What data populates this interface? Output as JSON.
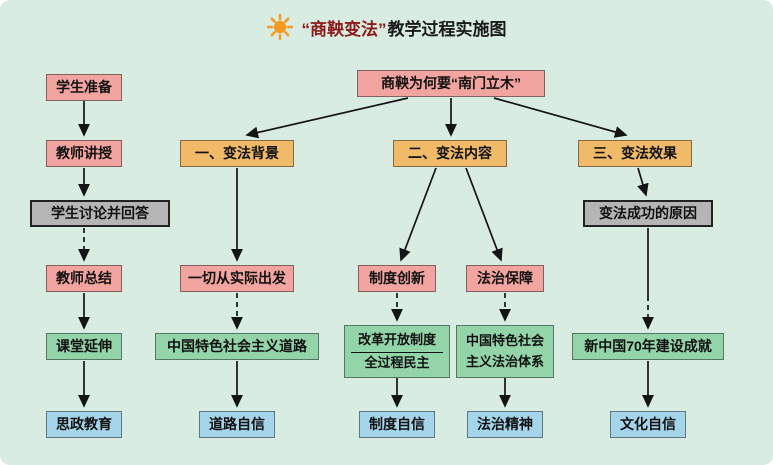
{
  "title": {
    "icon": "sun-icon",
    "quoted": "“商鞅变法”",
    "rest": "教学过程实施图"
  },
  "colors": {
    "background": "#d8ece1",
    "pink": "#f2a4a0",
    "orange": "#f0ba68",
    "gray": "#b5b5b5",
    "green": "#93d4a9",
    "blue": "#a5d5ea",
    "sun": "#f59a23",
    "arrow": "#141414",
    "title_accent": "#8b1a1a"
  },
  "nodes": {
    "student_prep": "学生准备",
    "teacher_lecture": "教师讲授",
    "student_discuss": "学生讨论并回答",
    "teacher_summary": "教师总结",
    "class_extension": "课堂延伸",
    "ideology_education": "思政教育",
    "main_question": "商鞅为何要“南门立木”",
    "sec1": "一、变法背景",
    "sec2": "二、变法内容",
    "sec3": "三、变法效果",
    "from_reality": "一切从实际出发",
    "institution_innovation": "制度创新",
    "law_guarantee": "法治保障",
    "success_reason": "变法成功的原因",
    "chinese_road": "中国特色社会主义道路",
    "reform_line1": "改革开放制度",
    "reform_line2": "全过程民主",
    "law_system": "中国特色社会主义法治体系",
    "new_china": "新中国70年建设成就",
    "road_confidence": "道路自信",
    "institution_confidence": "制度自信",
    "law_spirit": "法治精神",
    "culture_confidence": "文化自信"
  }
}
